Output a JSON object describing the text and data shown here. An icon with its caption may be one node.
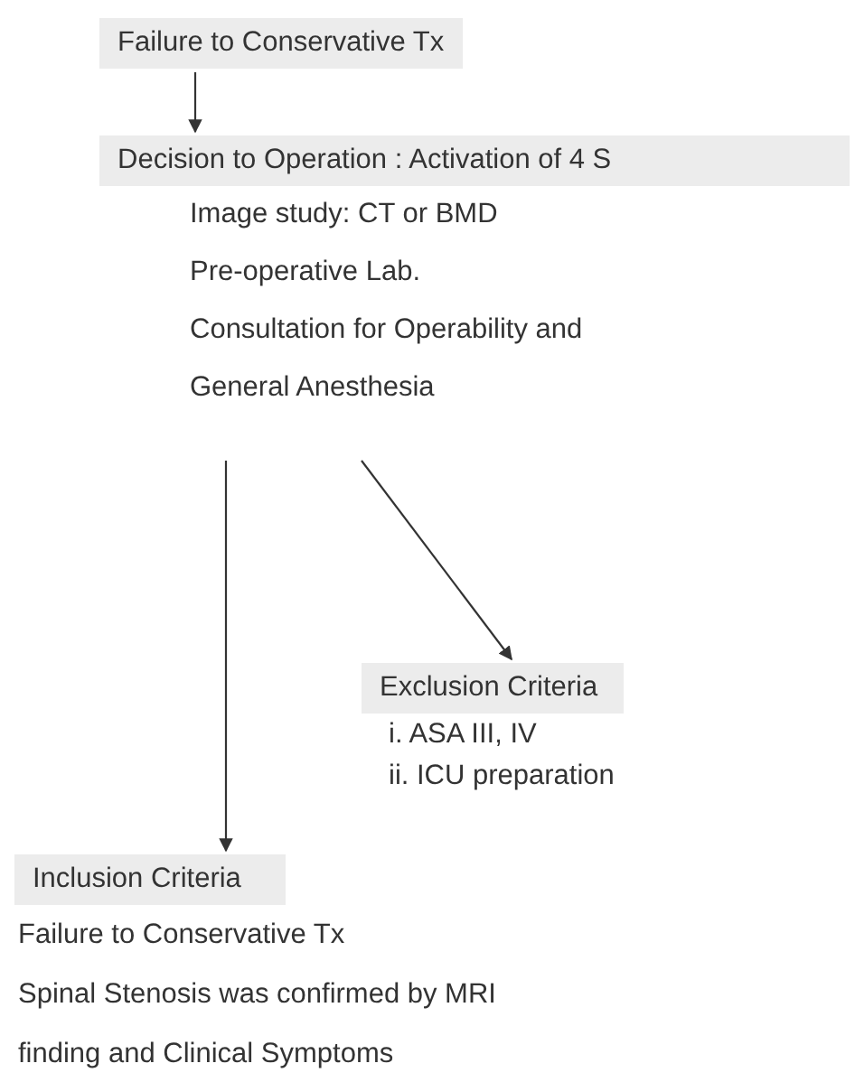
{
  "diagram": {
    "nodes": [
      {
        "text": [
          "Failure to Conservative Tx"
        ]
      },
      {
        "text": [
          "Decision to Operation : Activation of 4 S",
          "Image study: CT or BMD",
          "Pre-operative Lab.",
          "Consultation for Operability and General Anesthesia"
        ]
      },
      {
        "text": [
          "Exclusion Criteria",
          "i. ASA III, IV",
          "ii. ICU preparation"
        ]
      },
      {
        "text": [
          "Inclusion Criteria",
          "Failure to Conservative Tx",
          "Spinal Stenosis was confirmed by MRI finding and Clinical Symptoms"
        ]
      }
    ],
    "edges": [
      {
        "from": 0,
        "to": 1,
        "arrow": "to"
      },
      {
        "from": 1,
        "to": 2,
        "arrow": "to"
      },
      {
        "from": 1,
        "to": 3,
        "arrow": "to"
      }
    ]
  }
}
